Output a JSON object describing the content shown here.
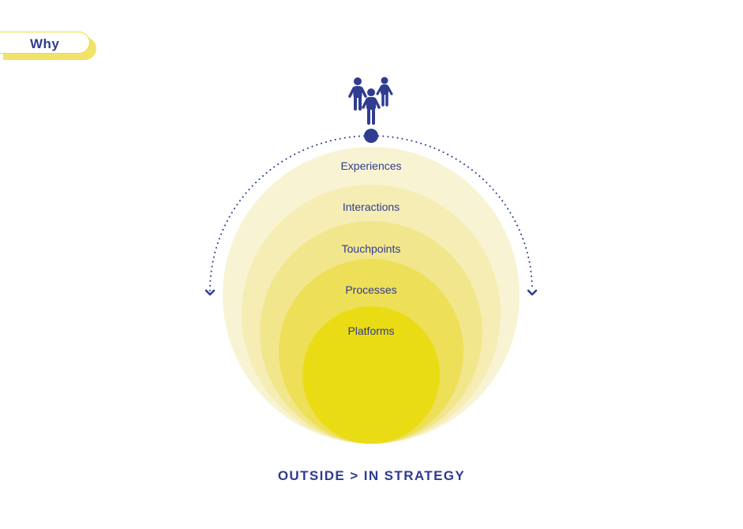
{
  "tag": {
    "label": "Why"
  },
  "layers": [
    {
      "label": "Experiences",
      "color": "#f8f3d2"
    },
    {
      "label": "Interactions",
      "color": "#f5edb4"
    },
    {
      "label": "Touchpoints",
      "color": "#f2e68c"
    },
    {
      "label": "Processes",
      "color": "#eedf58"
    },
    {
      "label": "Platforms",
      "color": "#eadc14"
    }
  ],
  "footer": {
    "title": "OUTSIDE > IN STRATEGY"
  },
  "colors": {
    "accent": "#2f3c8f",
    "tag_highlight": "#f1e36a"
  },
  "icons": {
    "people": "people-group-icon",
    "arrow": "chevron-down-icon"
  }
}
